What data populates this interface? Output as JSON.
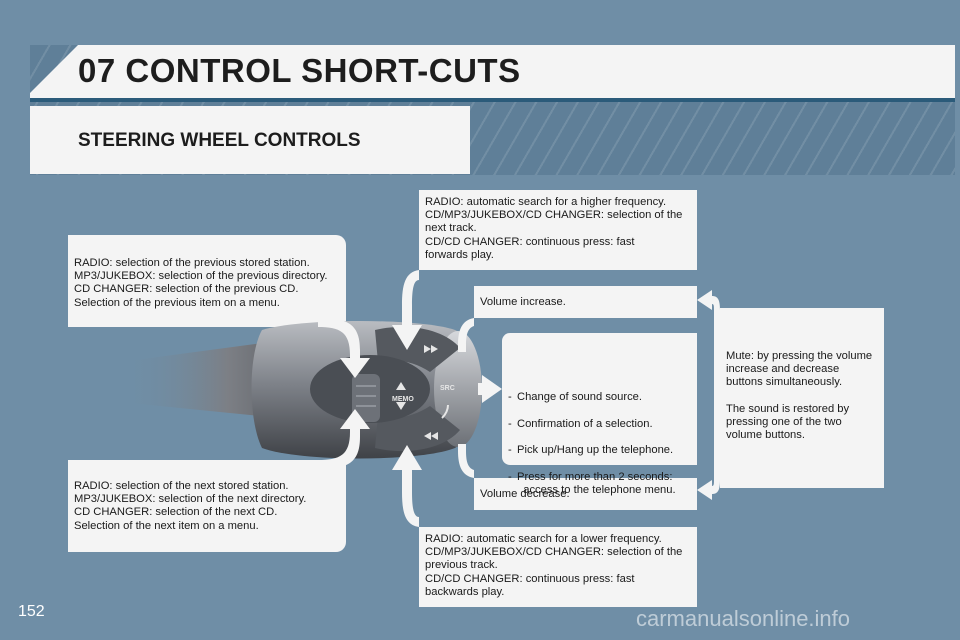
{
  "page": {
    "title": "07 CONTROL SHORT-CUTS",
    "section": "STEERING WHEEL CONTROLS",
    "page_number": "152",
    "watermark": "carmanualsonline.info"
  },
  "callouts": {
    "previous": "RADIO: selection of the previous stored station.\nMP3/JUKEBOX: selection of the previous directory.\nCD CHANGER: selection of the previous CD.\nSelection of the previous item on a menu.",
    "next": "RADIO: selection of the next stored station.\nMP3/JUKEBOX: selection of the next directory.\nCD CHANGER: selection of the next CD.\nSelection of the next item on a menu.",
    "higher": "RADIO: automatic search for a higher frequency.\nCD/MP3/JUKEBOX/CD CHANGER: selection of the\nnext track.\nCD/CD CHANGER: continuous press: fast\nforwards play.",
    "lower": "RADIO: automatic search for a lower frequency.\nCD/MP3/JUKEBOX/CD CHANGER: selection of the\nprevious track.\nCD/CD CHANGER: continuous press: fast\nbackwards play.",
    "volume_up": "Volume increase.",
    "volume_down": "Volume decrease.",
    "mute": "Mute: by pressing the volume\nincrease and decrease\nbuttons simultaneously.\n\nThe sound is restored by\npressing one of the two\nvolume buttons.",
    "end_button": [
      "Change of sound source.",
      "Confirmation of a selection.",
      "Pick up/Hang up the telephone.",
      "Press for more than 2 seconds:\n  access to the telephone menu."
    ]
  },
  "stalk": {
    "memo_label": "MEMO",
    "src_label": "SRC"
  },
  "icons": [
    "fast-forward-icon",
    "rewind-icon",
    "phone-icon",
    "up-arrow-icon",
    "down-arrow-icon"
  ]
}
